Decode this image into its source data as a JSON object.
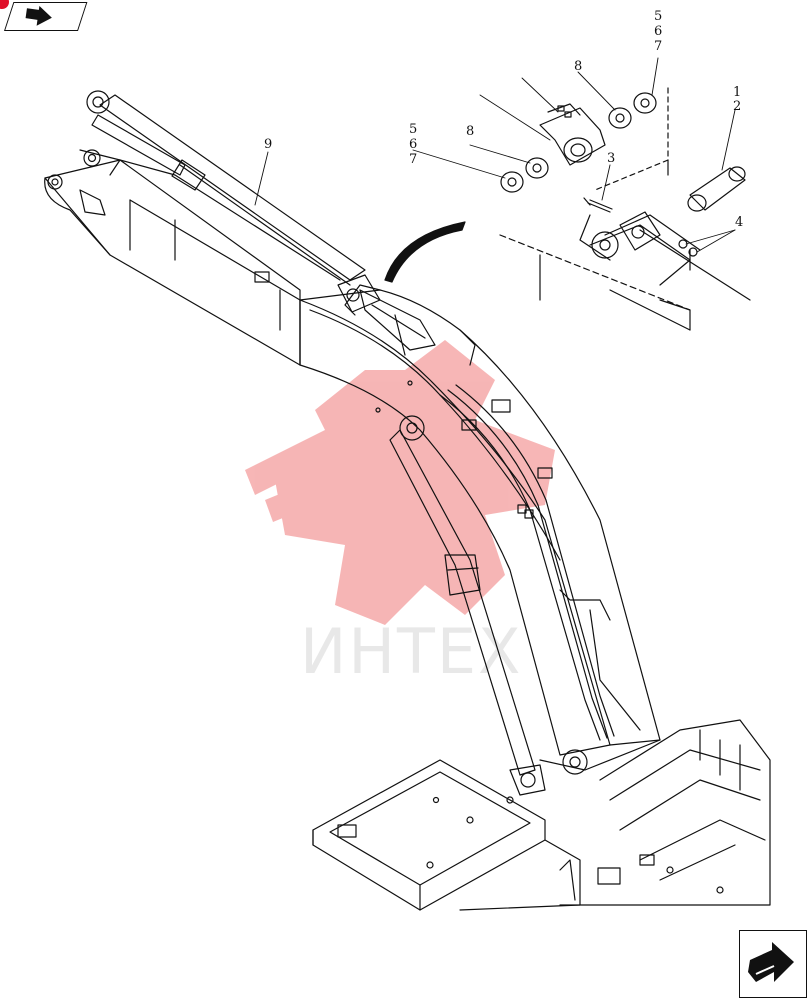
{
  "watermark": {
    "text": "ИНТЕХ",
    "gear_color": "#f07a7a"
  },
  "callouts": {
    "c9": "9",
    "c1": "1",
    "c2": "2",
    "c3": "3",
    "c4": "4",
    "c5a": "5",
    "c6a": "6",
    "c7a": "7",
    "c8a": "8",
    "c5b": "5",
    "c6b": "6",
    "c7b": "7",
    "c8b": "8"
  },
  "colors": {
    "line": "#111111",
    "corner_badge": "#e0102a"
  },
  "icons": {
    "prev": "previous-page-arrow-icon",
    "next": "next-page-arrow-icon"
  }
}
